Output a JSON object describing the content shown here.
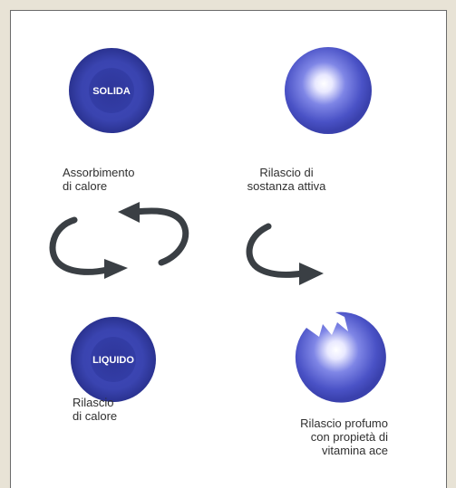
{
  "diagram": {
    "solid_sphere": {
      "label": "SOLIDA"
    },
    "liquid_sphere": {
      "label": "LIQUIDO"
    },
    "captions": {
      "heat_absorption": "Assorbimento\ndi calore",
      "active_release": "Rilascio di\nsostanza attiva",
      "heat_release": "Rilascio\ndi calore",
      "perfume_release": "Rilascio profumo\ncon propietà di\nvitamina ace"
    },
    "colors": {
      "sphere_dark": "#2e3a96",
      "sphere_mid": "#4a55c8",
      "sphere_light": "#ffffff",
      "arrow": "#3a3f44",
      "background": "#e8e3d6",
      "panel": "#ffffff"
    }
  }
}
